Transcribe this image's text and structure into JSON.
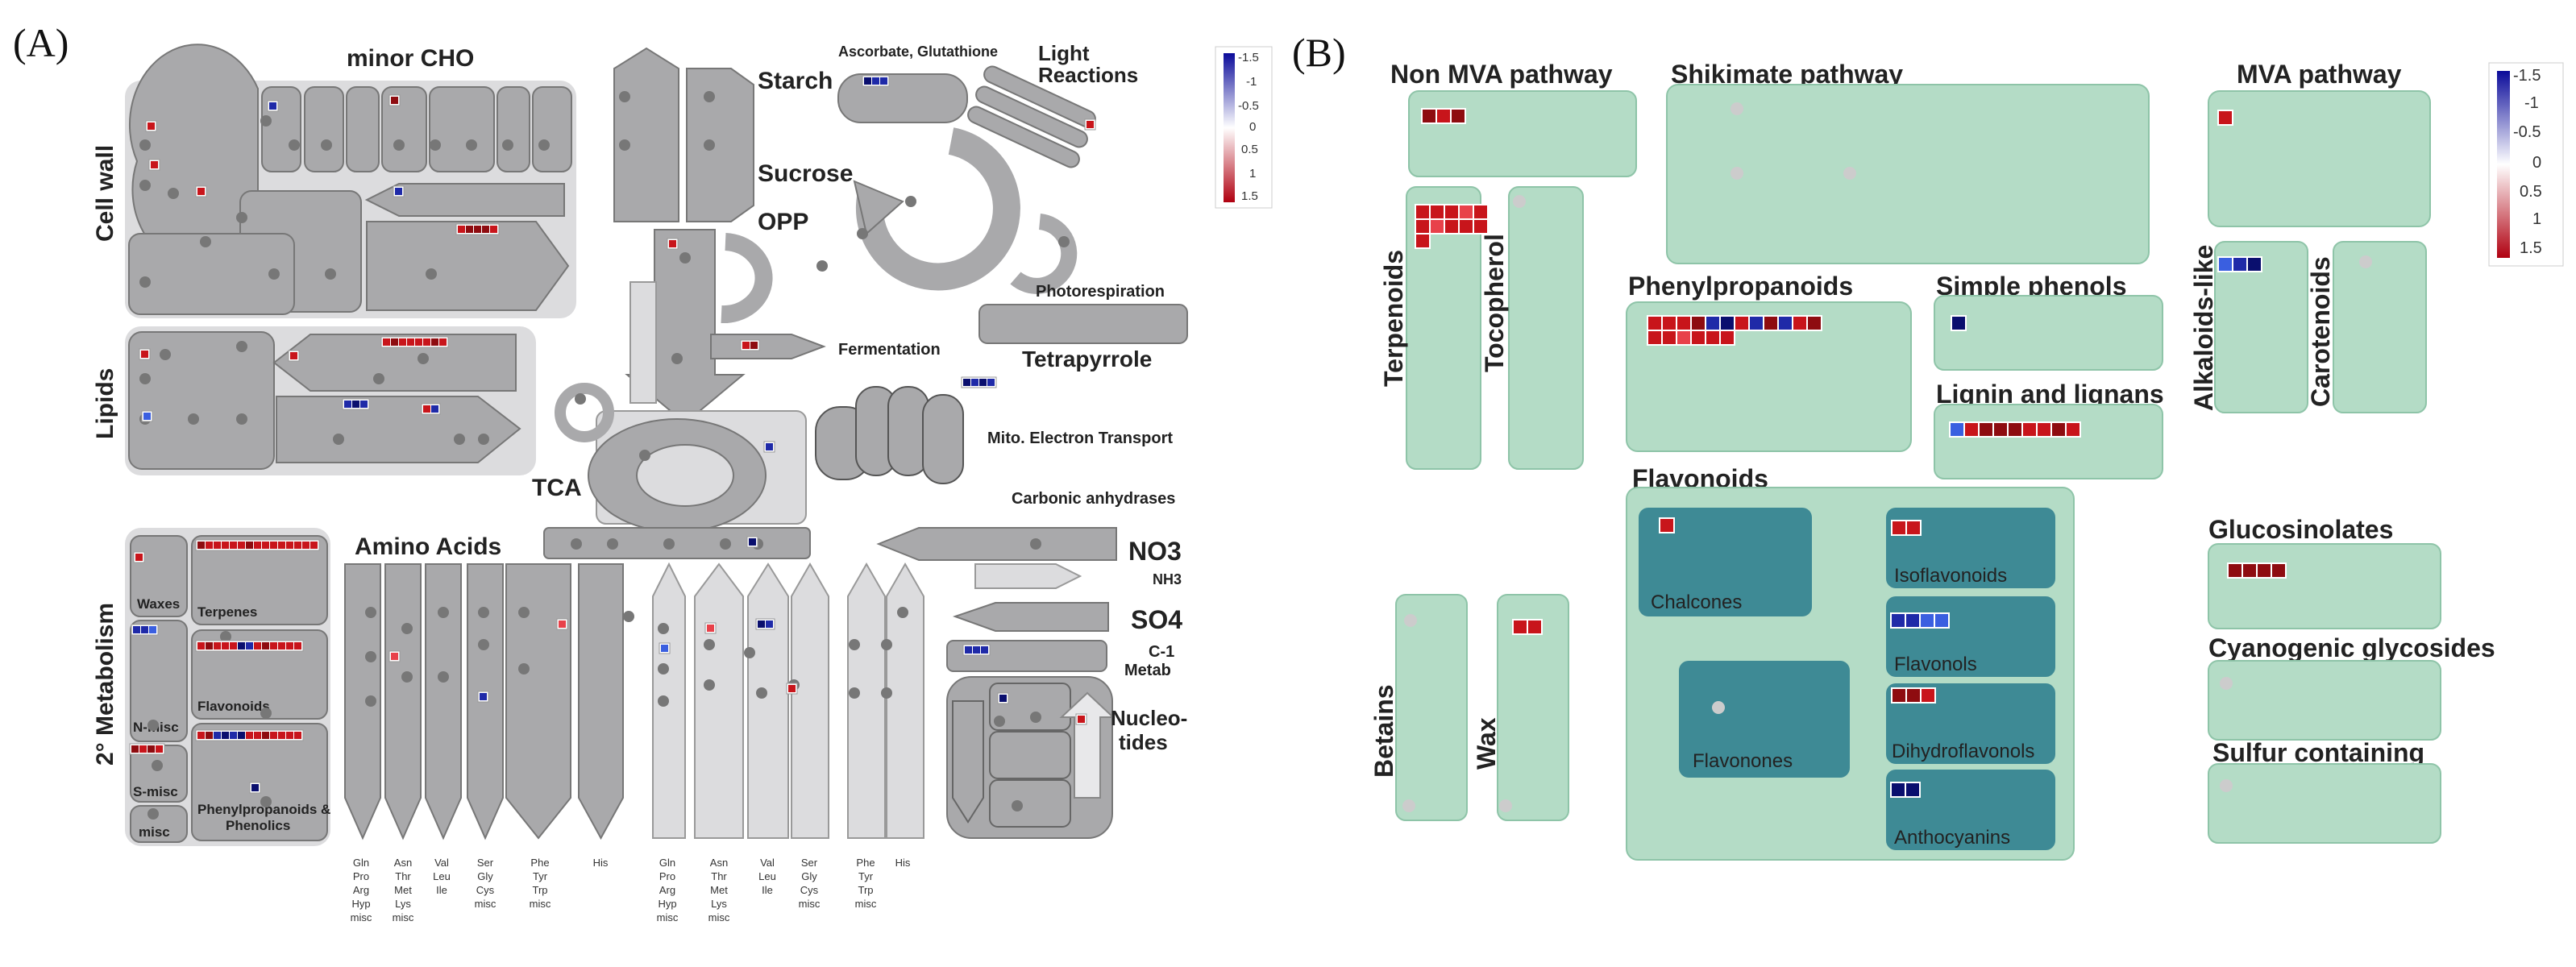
{
  "panel_a": {
    "tag": "(A)",
    "labels": {
      "minor_cho": "minor CHO",
      "cell_wall": "Cell wall",
      "lipids": "Lipids",
      "secondary_metabolism": "2° Metabolism",
      "starch": "Starch",
      "sucrose": "Sucrose",
      "opp": "OPP",
      "tca": "TCA",
      "ascorbate": "Ascorbate, Glutathione",
      "light": "Light",
      "reactions": "Reactions",
      "photorespiration": "Photorespiration",
      "tetrapyrrole": "Tetrapyrrole",
      "fermentation": "Fermentation",
      "mito": "Mito. Electron Transport",
      "carbonic": "Carbonic anhydrases",
      "amino_acids": "Amino Acids",
      "no3": "NO3",
      "nh3": "NH3",
      "so4": "SO4",
      "c1": "C-1",
      "metab": "Metab",
      "nucleo1": "Nucleo-",
      "nucleo2": "tides",
      "waxes": "Waxes",
      "terpenes": "Terpenes",
      "flavonoids": "Flavonoids",
      "n_misc": "N-misc",
      "s_misc": "S-misc",
      "misc": "misc",
      "phenyl1": "Phenylpropanoids &",
      "phenyl2": "Phenolics"
    },
    "legend": [
      "-1.5",
      "-1",
      "-0.5",
      "0",
      "0.5",
      "1",
      "1.5"
    ],
    "aa_groups": [
      [
        "Gln",
        "Pro",
        "Arg",
        "Hyp",
        "misc"
      ],
      [
        "Asn",
        "Thr",
        "Met",
        "Lys",
        "misc"
      ],
      [
        "Val",
        "Leu",
        "Ile"
      ],
      [
        "Ser",
        "Gly",
        "Cys",
        "misc"
      ],
      [
        "Phe",
        "Tyr",
        "Trp",
        "misc"
      ],
      [
        "His"
      ]
    ]
  },
  "panel_b": {
    "tag": "(B)",
    "labels": {
      "non_mva": "Non MVA pathway",
      "shikimate": "Shikimate pathway",
      "mva": "MVA pathway",
      "terpenoids": "Terpenoids",
      "tocopherol": "Tocopherol",
      "phenylpropanoids": "Phenylpropanoids",
      "simple_phenols": "Simple phenols",
      "lignin": "Lignin and lignans",
      "alkaloids": "Alkaloids-like",
      "carotenoids": "Carotenoids",
      "flavonoids": "Flavonoids",
      "chalcones": "Chalcones",
      "isoflavonoids": "Isoflavonoids",
      "flavonols": "Flavonols",
      "flavonones": "Flavonones",
      "dihydroflavonols": "Dihydroflavonols",
      "anthocyanins": "Anthocyanins",
      "betains": "Betains",
      "wax": "Wax",
      "glucosinolates": "Glucosinolates",
      "cyanogenic": "Cyanogenic glycosides",
      "sulfur": "Sulfur containing"
    },
    "legend": [
      "-1.5",
      "-1",
      "-0.5",
      "0",
      "0.5",
      "1",
      "1.5"
    ]
  },
  "colors": {
    "grey_box": "#a9a9ab",
    "grey_bg": "#dcdcde",
    "mint": "#b4dcc6",
    "teal": "#3e8a95",
    "up": "#c8151b",
    "down": "#1f2aa8"
  }
}
